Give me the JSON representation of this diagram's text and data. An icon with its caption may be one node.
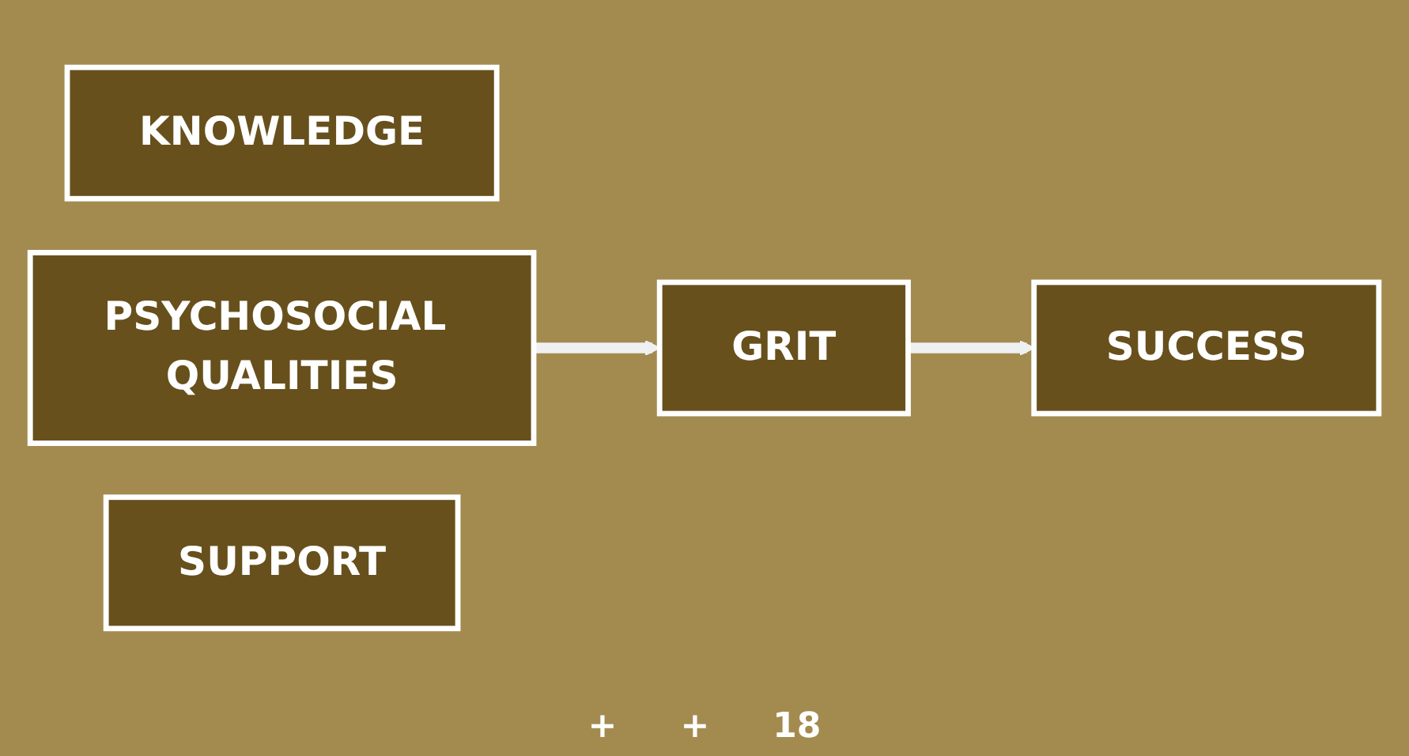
{
  "diagram": {
    "nodes": [
      {
        "text": [
          "KNOWLEDGE"
        ]
      },
      {
        "text": [
          "PSYCHOSOCIAL QUALITIES"
        ]
      },
      {
        "text": [
          "SUPPORT"
        ]
      },
      {
        "text": [
          "GRIT"
        ]
      },
      {
        "text": [
          "SUCCESS"
        ]
      }
    ],
    "edges": [
      {
        "from": 1,
        "to": 3,
        "arrow": "to"
      },
      {
        "from": 3,
        "to": 4,
        "arrow": "to"
      }
    ],
    "labels": [
      "+",
      "+",
      "18"
    ]
  }
}
